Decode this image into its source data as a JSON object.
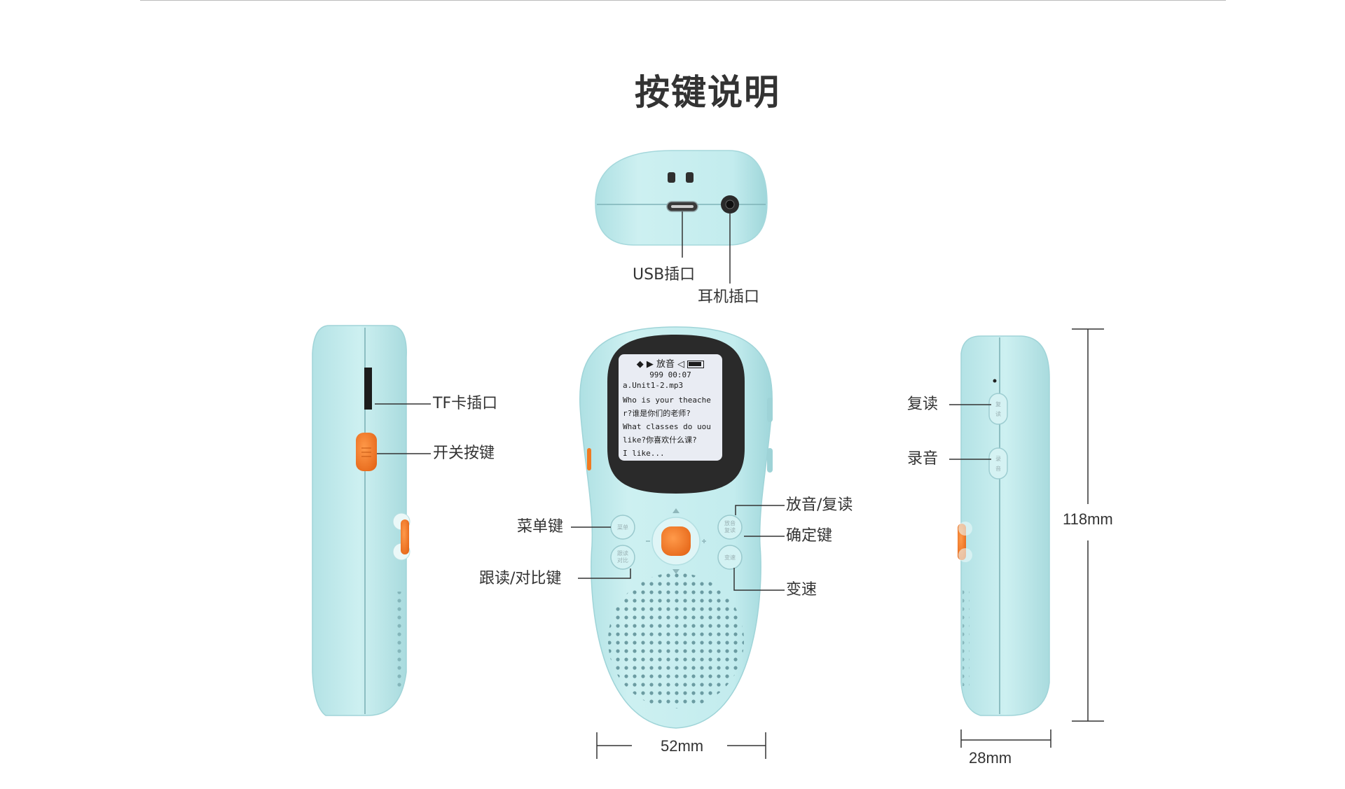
{
  "title": "按键说明",
  "top_view": {
    "usb_port_label": "USB插口",
    "headphone_jack_label": "耳机插口"
  },
  "left_side": {
    "tf_slot_label": "TF卡插口",
    "power_switch_label": "开关按键"
  },
  "front": {
    "menu_key_label": "菜单键",
    "follow_compare_key_label": "跟读/对比键",
    "play_repeat_key_label": "放音/复读",
    "confirm_key_label": "确定键",
    "speed_key_label": "变速",
    "key_text": {
      "menu": "菜单",
      "play_repeat": [
        "放音",
        "复读"
      ],
      "follow_compare": [
        "跟读",
        "对比"
      ],
      "speed": "变速"
    },
    "screen": {
      "status": "放音",
      "time": "999 00:07",
      "file": "a.Unit1-2.mp3",
      "lyrics": "Who is your theache\nr?谁是你们的老师?\nWhat classes do uou\nlike?你喜欢什么课?\nI like..."
    }
  },
  "right_side": {
    "repeat_label": "复读",
    "record_label": "录音",
    "repeat_key_text": [
      "复",
      "读"
    ],
    "record_key_text": [
      "录",
      "音"
    ]
  },
  "dimensions": {
    "height": "118mm",
    "width": "52mm",
    "depth": "28mm"
  },
  "colors": {
    "body": "#c6ecee",
    "body_edge": "#a8dde0",
    "accent_orange": "#f07a22",
    "screen_bezel": "#2a2a2a",
    "screen_bg": "#e9ecf3"
  }
}
